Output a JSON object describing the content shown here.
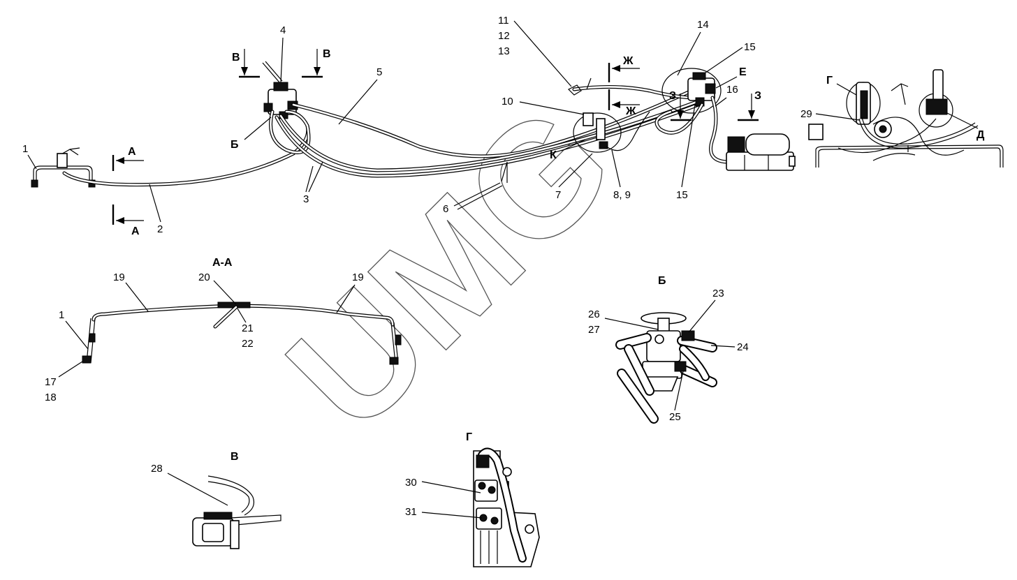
{
  "title": "Brake system pneumatic lines assembly drawing",
  "watermark": "UMG",
  "colors": {
    "ink": "#000000",
    "paper": "#ffffff",
    "watermark": "#555555"
  },
  "labels": {
    "n1": "1",
    "n2": "2",
    "n3": "3",
    "n4": "4",
    "n5": "5",
    "n6": "6",
    "n7": "7",
    "n8_9": "8, 9",
    "n10": "10",
    "n11": "11",
    "n12": "12",
    "n13": "13",
    "n14": "14",
    "n15a": "15",
    "n15b": "15",
    "n16": "16",
    "n17": "17",
    "n18": "18",
    "n19a": "19",
    "n19b": "19",
    "n20": "20",
    "n21": "21",
    "n22": "22",
    "n23": "23",
    "n24": "24",
    "n25": "25",
    "n26": "26",
    "n27": "27",
    "n28": "28",
    "n29": "29",
    "n30": "30",
    "n31": "31",
    "n1b": "1"
  },
  "section_marks": {
    "A_top": "А",
    "A_bottom": "А",
    "V_left": "В",
    "V_right": "В",
    "B": "Б",
    "K": "К",
    "ZH_top": "Ж",
    "ZH_bottom": "Ж",
    "Z_left": "З",
    "Z_right": "З",
    "E": "Е",
    "G": "Г",
    "D": "Д"
  },
  "views": {
    "section_AA": "А-А",
    "view_B": "Б",
    "view_V": "В",
    "view_G": "Г"
  }
}
